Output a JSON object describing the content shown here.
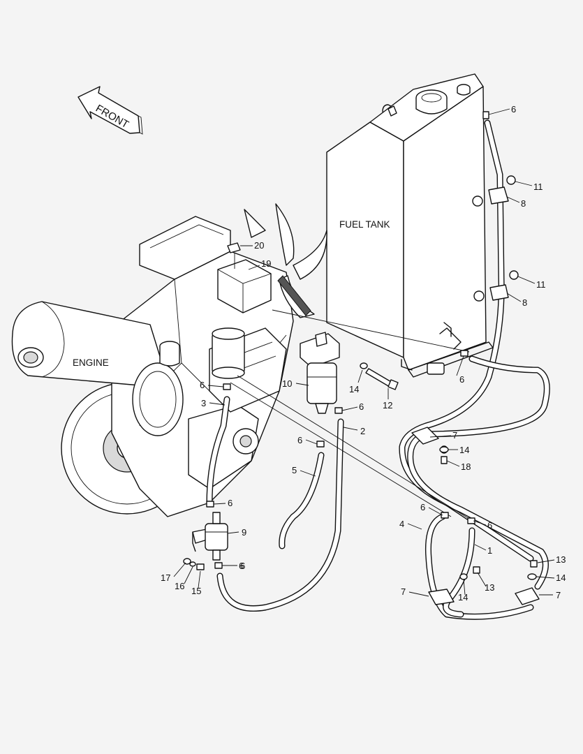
{
  "labels": {
    "front": "FRONT",
    "fuel_tank": "FUEL TANK",
    "engine": "ENGINE"
  },
  "callouts": [
    "20",
    "19",
    "10",
    "6",
    "3",
    "6",
    "14",
    "12",
    "6",
    "2",
    "6",
    "5",
    "6",
    "9",
    "6",
    "17",
    "16",
    "15",
    "6",
    "8",
    "11",
    "8",
    "11",
    "6",
    "7",
    "14",
    "18",
    "6",
    "4",
    "6",
    "1",
    "13",
    "14",
    "13",
    "14",
    "7",
    "7"
  ]
}
